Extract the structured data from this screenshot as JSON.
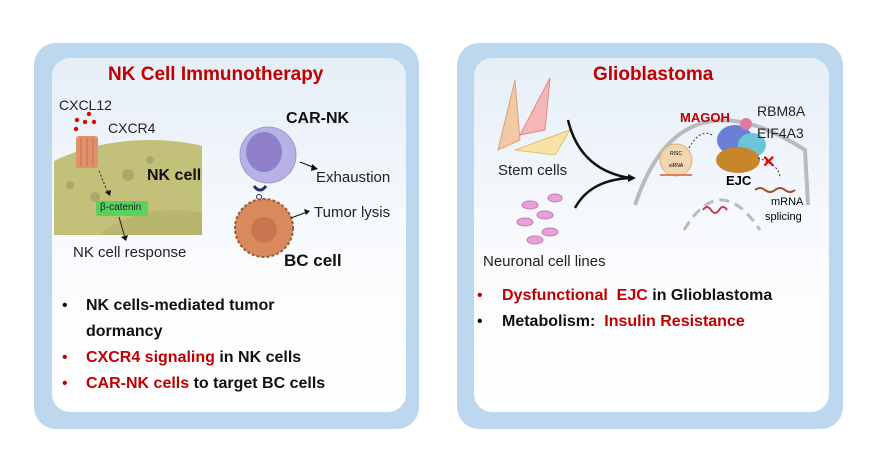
{
  "left_panel": {
    "title": "NK Cell Immunotherapy",
    "labels": {
      "cxcl12": "CXCL12",
      "cxcr4": "CXCR4",
      "nk_cell": "NK cell",
      "beta_catenin": "β-catenin",
      "nk_response": "NK cell response",
      "car_nk": "CAR-NK",
      "exhaustion": "Exhaustion",
      "tumor_lysis": "Tumor lysis",
      "bc_cell": "BC cell"
    },
    "bullets": [
      {
        "parts": [
          {
            "text": "NK cells-mediated tumor",
            "highlight": false
          }
        ]
      },
      {
        "parts": [
          {
            "text": "dormancy",
            "highlight": false
          }
        ]
      },
      {
        "parts": [
          {
            "text": "CXCR4 signaling",
            "highlight": true
          },
          {
            "text": " in NK cells",
            "highlight": false
          }
        ]
      },
      {
        "parts": [
          {
            "text": "CAR-NK cells",
            "highlight": true
          },
          {
            "text": " to target BC cells",
            "highlight": false
          }
        ]
      }
    ]
  },
  "right_panel": {
    "title": "Glioblastoma",
    "labels": {
      "stem_cells": "Stem cells",
      "neuronal": "Neuronal cell lines",
      "magoh": "MAGOH",
      "rbm8a": "RBM8A",
      "eif4a3": "EIF4A3",
      "ejc": "EJC",
      "mrna": "mRNA",
      "splicing": "splicing",
      "risc": "RISC",
      "sirna": "siRNA"
    },
    "bullets": [
      {
        "parts": [
          {
            "text": "Dysfunctional  EJC",
            "highlight": true
          },
          {
            "text": " in Glioblastoma",
            "highlight": false
          }
        ]
      },
      {
        "parts": [
          {
            "text": "Metabolism: ",
            "highlight": false
          },
          {
            "text": " Insulin Resistance",
            "highlight": true
          }
        ]
      }
    ]
  },
  "colors": {
    "accent": "#c00000",
    "panel": "#bdd7ee"
  }
}
